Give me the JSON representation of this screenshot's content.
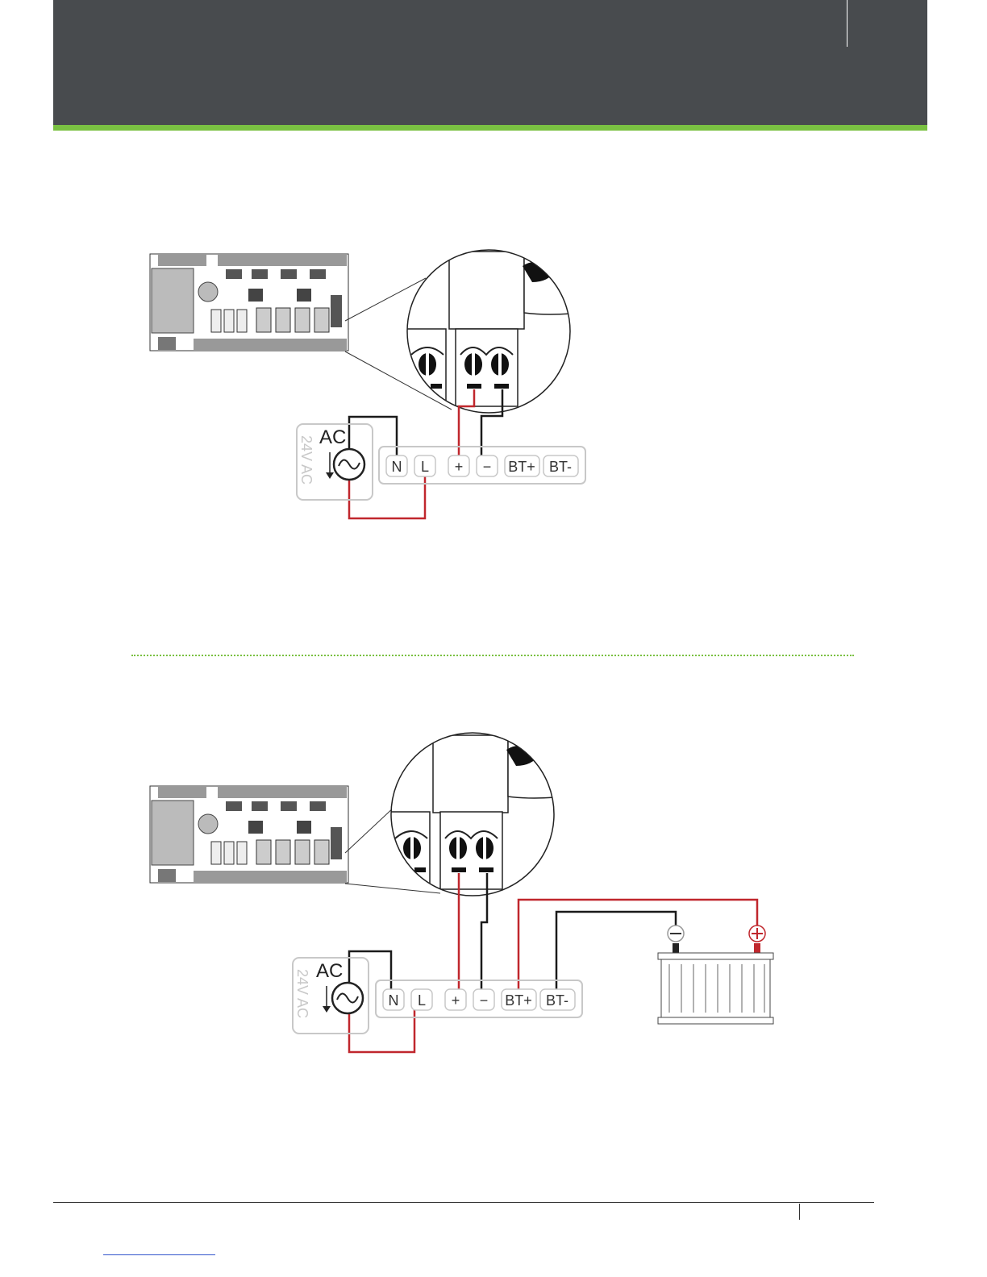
{
  "colors": {
    "header_bg": "#484b4e",
    "accent_green": "#7ac142",
    "wire_red": "#c0272d",
    "wire_black": "#1a1a1a",
    "outline_gray": "#c8c8c8"
  },
  "diagram1": {
    "ac_label": "AC",
    "ac_voltage": "24V AC",
    "terminals": [
      "N",
      "L",
      "+",
      "−",
      "BT+",
      "BT-"
    ]
  },
  "diagram2": {
    "ac_label": "AC",
    "ac_voltage": "24V AC",
    "terminals": [
      "N",
      "L",
      "+",
      "−",
      "BT+",
      "BT-"
    ]
  }
}
